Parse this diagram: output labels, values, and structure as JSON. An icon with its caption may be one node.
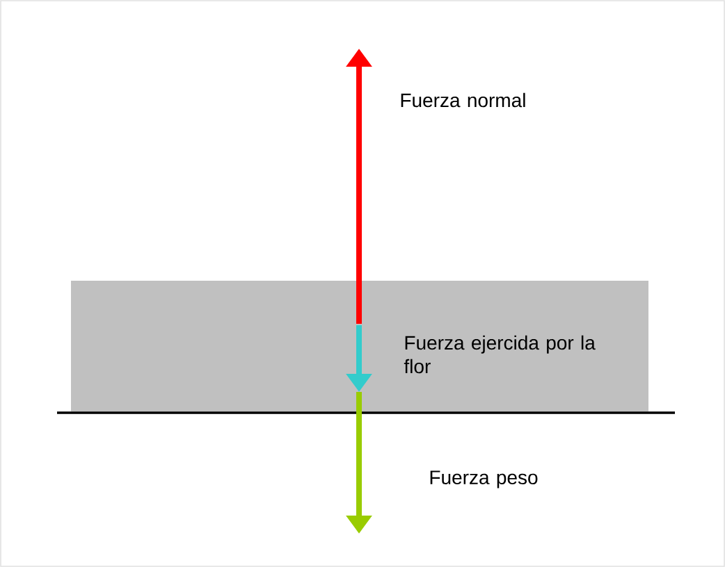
{
  "diagram": {
    "labels": [
      "Fuerza normal",
      "Fuerza ejercida por la flor",
      "Fuerza peso"
    ]
  }
}
